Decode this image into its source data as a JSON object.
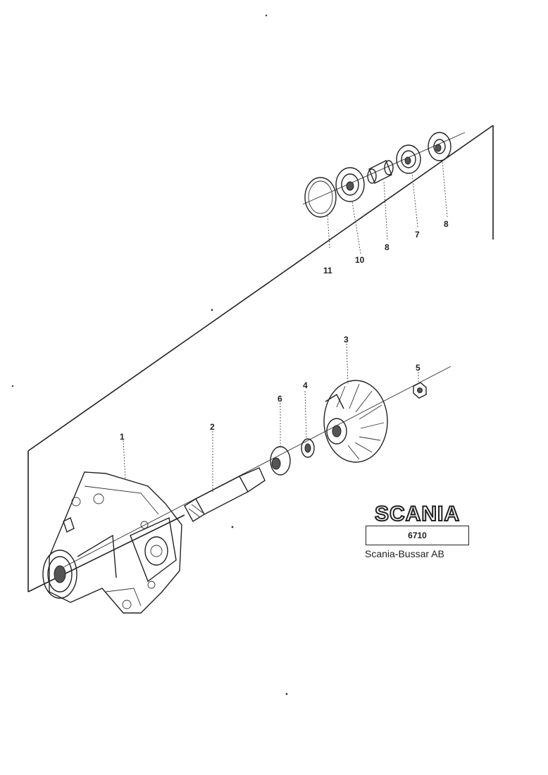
{
  "callouts": {
    "c1": "1",
    "c2": "2",
    "c3": "3",
    "c4": "4",
    "c5": "5",
    "c6": "6",
    "c7": "7",
    "c8": "8",
    "c9": "8",
    "c10": "10",
    "c11": "11"
  },
  "logo": {
    "wordmark": "SCANIA",
    "code": "6710",
    "company": "Scania-Bussar AB"
  }
}
